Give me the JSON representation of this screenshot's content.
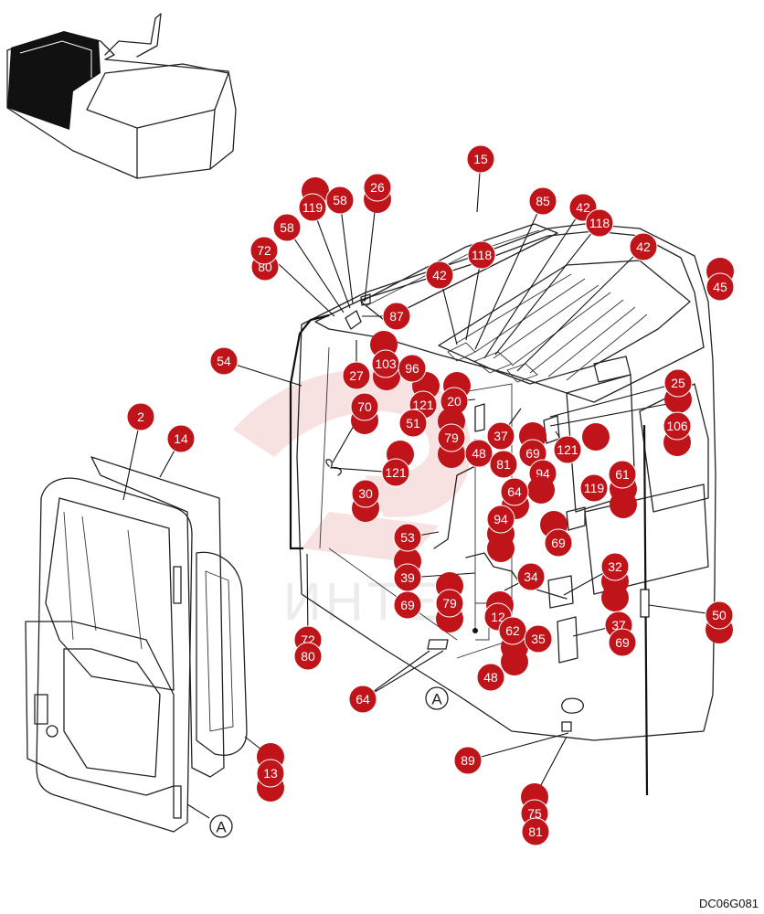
{
  "drawing_code": "DC06G081",
  "watermark": {
    "color": "#e8b4b4"
  },
  "accent_color": "#c0141b",
  "view_marker": "A",
  "callouts": [
    {
      "label": "15",
      "pointer": [
        520,
        230
      ]
    },
    {
      "label": "85",
      "pointer": [
        520,
        380
      ]
    },
    {
      "label": "42",
      "pointer": [
        530,
        390
      ]
    },
    {
      "label": "118",
      "pointer": [
        540,
        385
      ]
    },
    {
      "label": "42",
      "pointer": [
        565,
        405
      ]
    },
    {
      "label": "118",
      "pointer": [
        510,
        370
      ]
    },
    {
      "label": "42",
      "pointer": [
        500,
        375
      ]
    },
    {
      "label": "26",
      "pointer": [
        398,
        328
      ]
    },
    {
      "label": "58",
      "pointer": [
        385,
        330
      ]
    },
    {
      "label": "119",
      "pointer": [
        382,
        335
      ]
    },
    {
      "label": "58",
      "pointer": [
        375,
        340
      ]
    },
    {
      "label": "72",
      "pointer": [
        365,
        345
      ]
    },
    {
      "label": "80",
      "pointer": null
    },
    {
      "label": "87",
      "pointer": [
        395,
        345
      ]
    },
    {
      "label": "54",
      "pointer": [
        330,
        420
      ]
    },
    {
      "label": "45",
      "pointer": null
    },
    {
      "label": "25",
      "pointer": [
        600,
        455
      ]
    },
    {
      "label": "106",
      "pointer": [
        600,
        465
      ]
    },
    {
      "label": "103",
      "pointer": null
    },
    {
      "label": "96",
      "pointer": null
    },
    {
      "label": "27",
      "pointer": [
        390,
        370
      ]
    },
    {
      "label": "70",
      "pointer": [
        365,
        505
      ]
    },
    {
      "label": "121",
      "pointer": null
    },
    {
      "label": "20",
      "pointer": [
        520,
        435
      ]
    },
    {
      "label": "51",
      "pointer": null
    },
    {
      "label": "121",
      "pointer": [
        362,
        512
      ]
    },
    {
      "label": "79",
      "pointer": null
    },
    {
      "label": "48",
      "pointer": null
    },
    {
      "label": "37",
      "pointer": [
        570,
        445
      ]
    },
    {
      "label": "69",
      "pointer": null
    },
    {
      "label": "81",
      "pointer": null
    },
    {
      "label": "94",
      "pointer": null
    },
    {
      "label": "121",
      "pointer": [
        608,
        470
      ]
    },
    {
      "label": "61",
      "pointer": null
    },
    {
      "label": "119",
      "pointer": null
    },
    {
      "label": "64",
      "pointer": null
    },
    {
      "label": "30",
      "pointer": null
    },
    {
      "label": "94",
      "pointer": null
    },
    {
      "label": "69",
      "pointer": null
    },
    {
      "label": "53",
      "pointer": [
        480,
        580
      ]
    },
    {
      "label": "39",
      "pointer": [
        520,
        625
      ]
    },
    {
      "label": "69",
      "pointer": null
    },
    {
      "label": "79",
      "pointer": null
    },
    {
      "label": "34",
      "pointer": [
        550,
        645
      ]
    },
    {
      "label": "32",
      "pointer": [
        615,
        650
      ]
    },
    {
      "label": "12",
      "pointer": null
    },
    {
      "label": "62",
      "pointer": null
    },
    {
      "label": "35",
      "pointer": null
    },
    {
      "label": "37",
      "pointer": [
        625,
        695
      ]
    },
    {
      "label": "69",
      "pointer": null
    },
    {
      "label": "48",
      "pointer": null
    },
    {
      "label": "50",
      "pointer": [
        708,
        660
      ]
    },
    {
      "label": "72",
      "pointer": [
        336,
        605
      ]
    },
    {
      "label": "80",
      "pointer": null
    },
    {
      "label": "64",
      "pointer": [
        470,
        710
      ]
    },
    {
      "label": "89",
      "pointer": [
        622,
        800
      ]
    },
    {
      "label": "75",
      "pointer": [
        620,
        805
      ]
    },
    {
      "label": "81",
      "pointer": null
    },
    {
      "label": "2",
      "pointer": [
        135,
        545
      ]
    },
    {
      "label": "14",
      "pointer": [
        175,
        520
      ]
    },
    {
      "label": "13",
      "pointer": [
        268,
        805
      ]
    }
  ]
}
